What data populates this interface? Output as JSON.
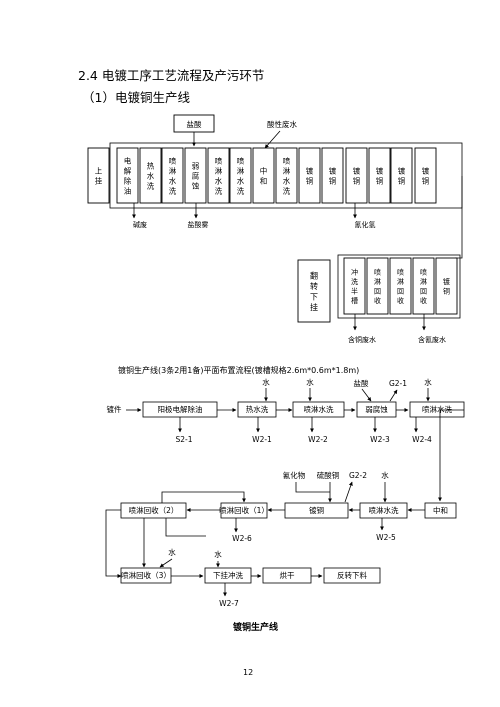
{
  "document": {
    "section_heading": "2.4 电镀工序工艺流程及产污环节",
    "subsection_heading": "（1）电镀铜生产线",
    "flow_title": "镀铜生产线(3条2用1备)平面布置流程(镀槽规格2.6m*0.6m*1.8m)",
    "caption": "镀铜生产线",
    "page_number": "12"
  },
  "tank_diagram": {
    "top_input": "盐酸",
    "top_output": "酸性废水",
    "main_row": [
      "上挂",
      "电解除油",
      "热水洗",
      "喷淋水洗",
      "弱腐蚀",
      "喷淋水洗",
      "喷淋水洗",
      "中和",
      "喷淋水洗",
      "镀铜",
      "镀铜",
      "镀铜",
      "镀铜",
      "镀铜",
      "镀铜"
    ],
    "lower_row": [
      "翻转下挂",
      "冲洗半槽",
      "喷淋回收",
      "喷淋回收",
      "喷淋回收",
      "镀铜"
    ],
    "emissions": {
      "under_degrease": "碱废",
      "under_etch": "盐酸雾",
      "under_plating": "氰化氢",
      "cu_wastewater": "含铜废水",
      "cn_wastewater": "含氰废水"
    }
  },
  "flow_chart": {
    "input_label": "镀件",
    "row1": [
      "阳极电解除油",
      "热水洗",
      "喷淋水洗",
      "弱腐蚀",
      "喷淋水洗"
    ],
    "row2": [
      "中和",
      "喷淋水洗",
      "镀铜",
      "喷淋回收（1）",
      "喷淋回收（2）"
    ],
    "row3": [
      "喷淋回收（3）",
      "下挂冲洗",
      "烘干",
      "反转下料"
    ],
    "labels": {
      "water": "水",
      "hcl": "盐酸",
      "cyanide": "氰化物",
      "copper_sulfate": "硫酸铜",
      "s2_1": "S2-1",
      "w2_1": "W2-1",
      "w2_2": "W2-2",
      "w2_3": "W2-3",
      "w2_4": "W2-4",
      "w2_5": "W2-5",
      "w2_6": "W2-6",
      "w2_7": "W2-7",
      "g2_1": "G2-1",
      "g2_2": "G2-2"
    }
  }
}
